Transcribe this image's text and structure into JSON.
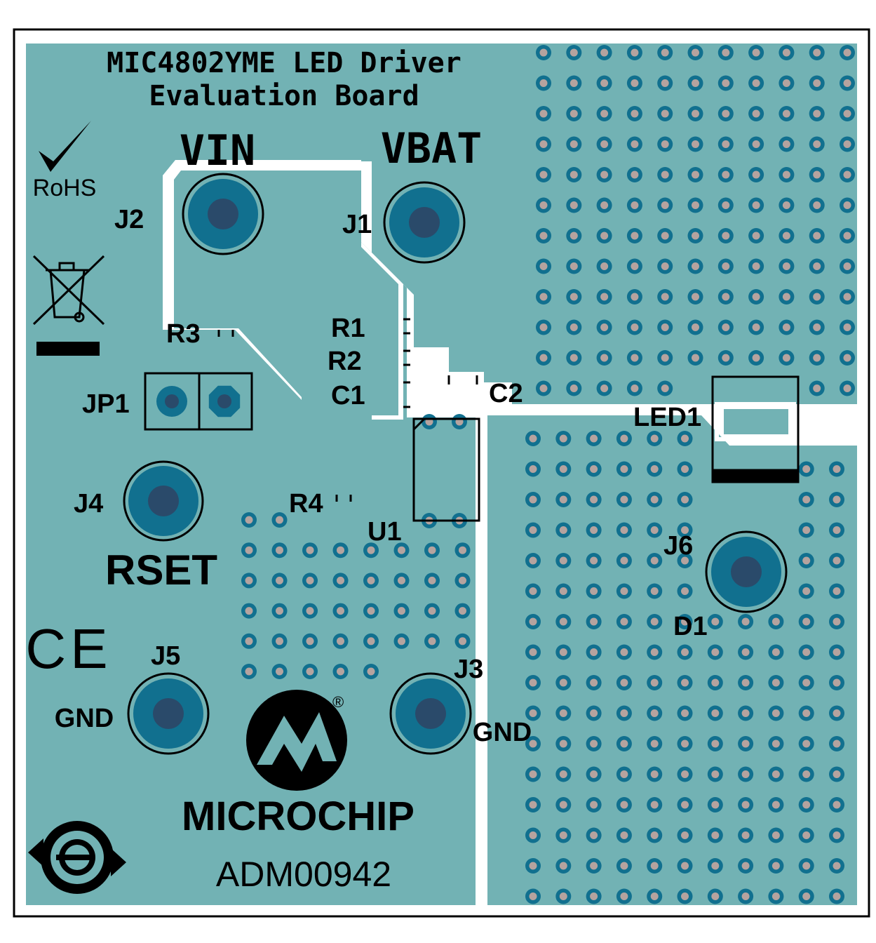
{
  "colors": {
    "copper": "#72b2b4",
    "pad_ring": "#11708f",
    "pad_center": "#2a4a6a",
    "via_ring": "#11708f",
    "via_hole": "#b5a39f",
    "silkscreen": "#000000",
    "board_bg": "#ffffff"
  },
  "title": {
    "line1": "MIC4802YME LED Driver",
    "line2": "Evaluation Board"
  },
  "nets": {
    "vin": "VIN",
    "vbat": "VBAT",
    "rset": "RSET",
    "gnd_left": "GND",
    "gnd_right": "GND"
  },
  "refdes": {
    "j1": "J1",
    "j2": "J2",
    "j3": "J3",
    "j4": "J4",
    "j5": "J5",
    "j6": "J6",
    "r1": "R1",
    "r2": "R2",
    "r3": "R3",
    "r4": "R4",
    "c1": "C1",
    "c2": "C2",
    "jp1": "JP1",
    "u1": "U1",
    "led1": "LED1",
    "d1": "D1"
  },
  "logos": {
    "rohs": "RoHS",
    "ce": "CE",
    "brand": "MICROCHIP",
    "registered": "®",
    "weee": "weee-bin-icon",
    "eco": "e-recycle-icon"
  },
  "part_number": "ADM00942"
}
